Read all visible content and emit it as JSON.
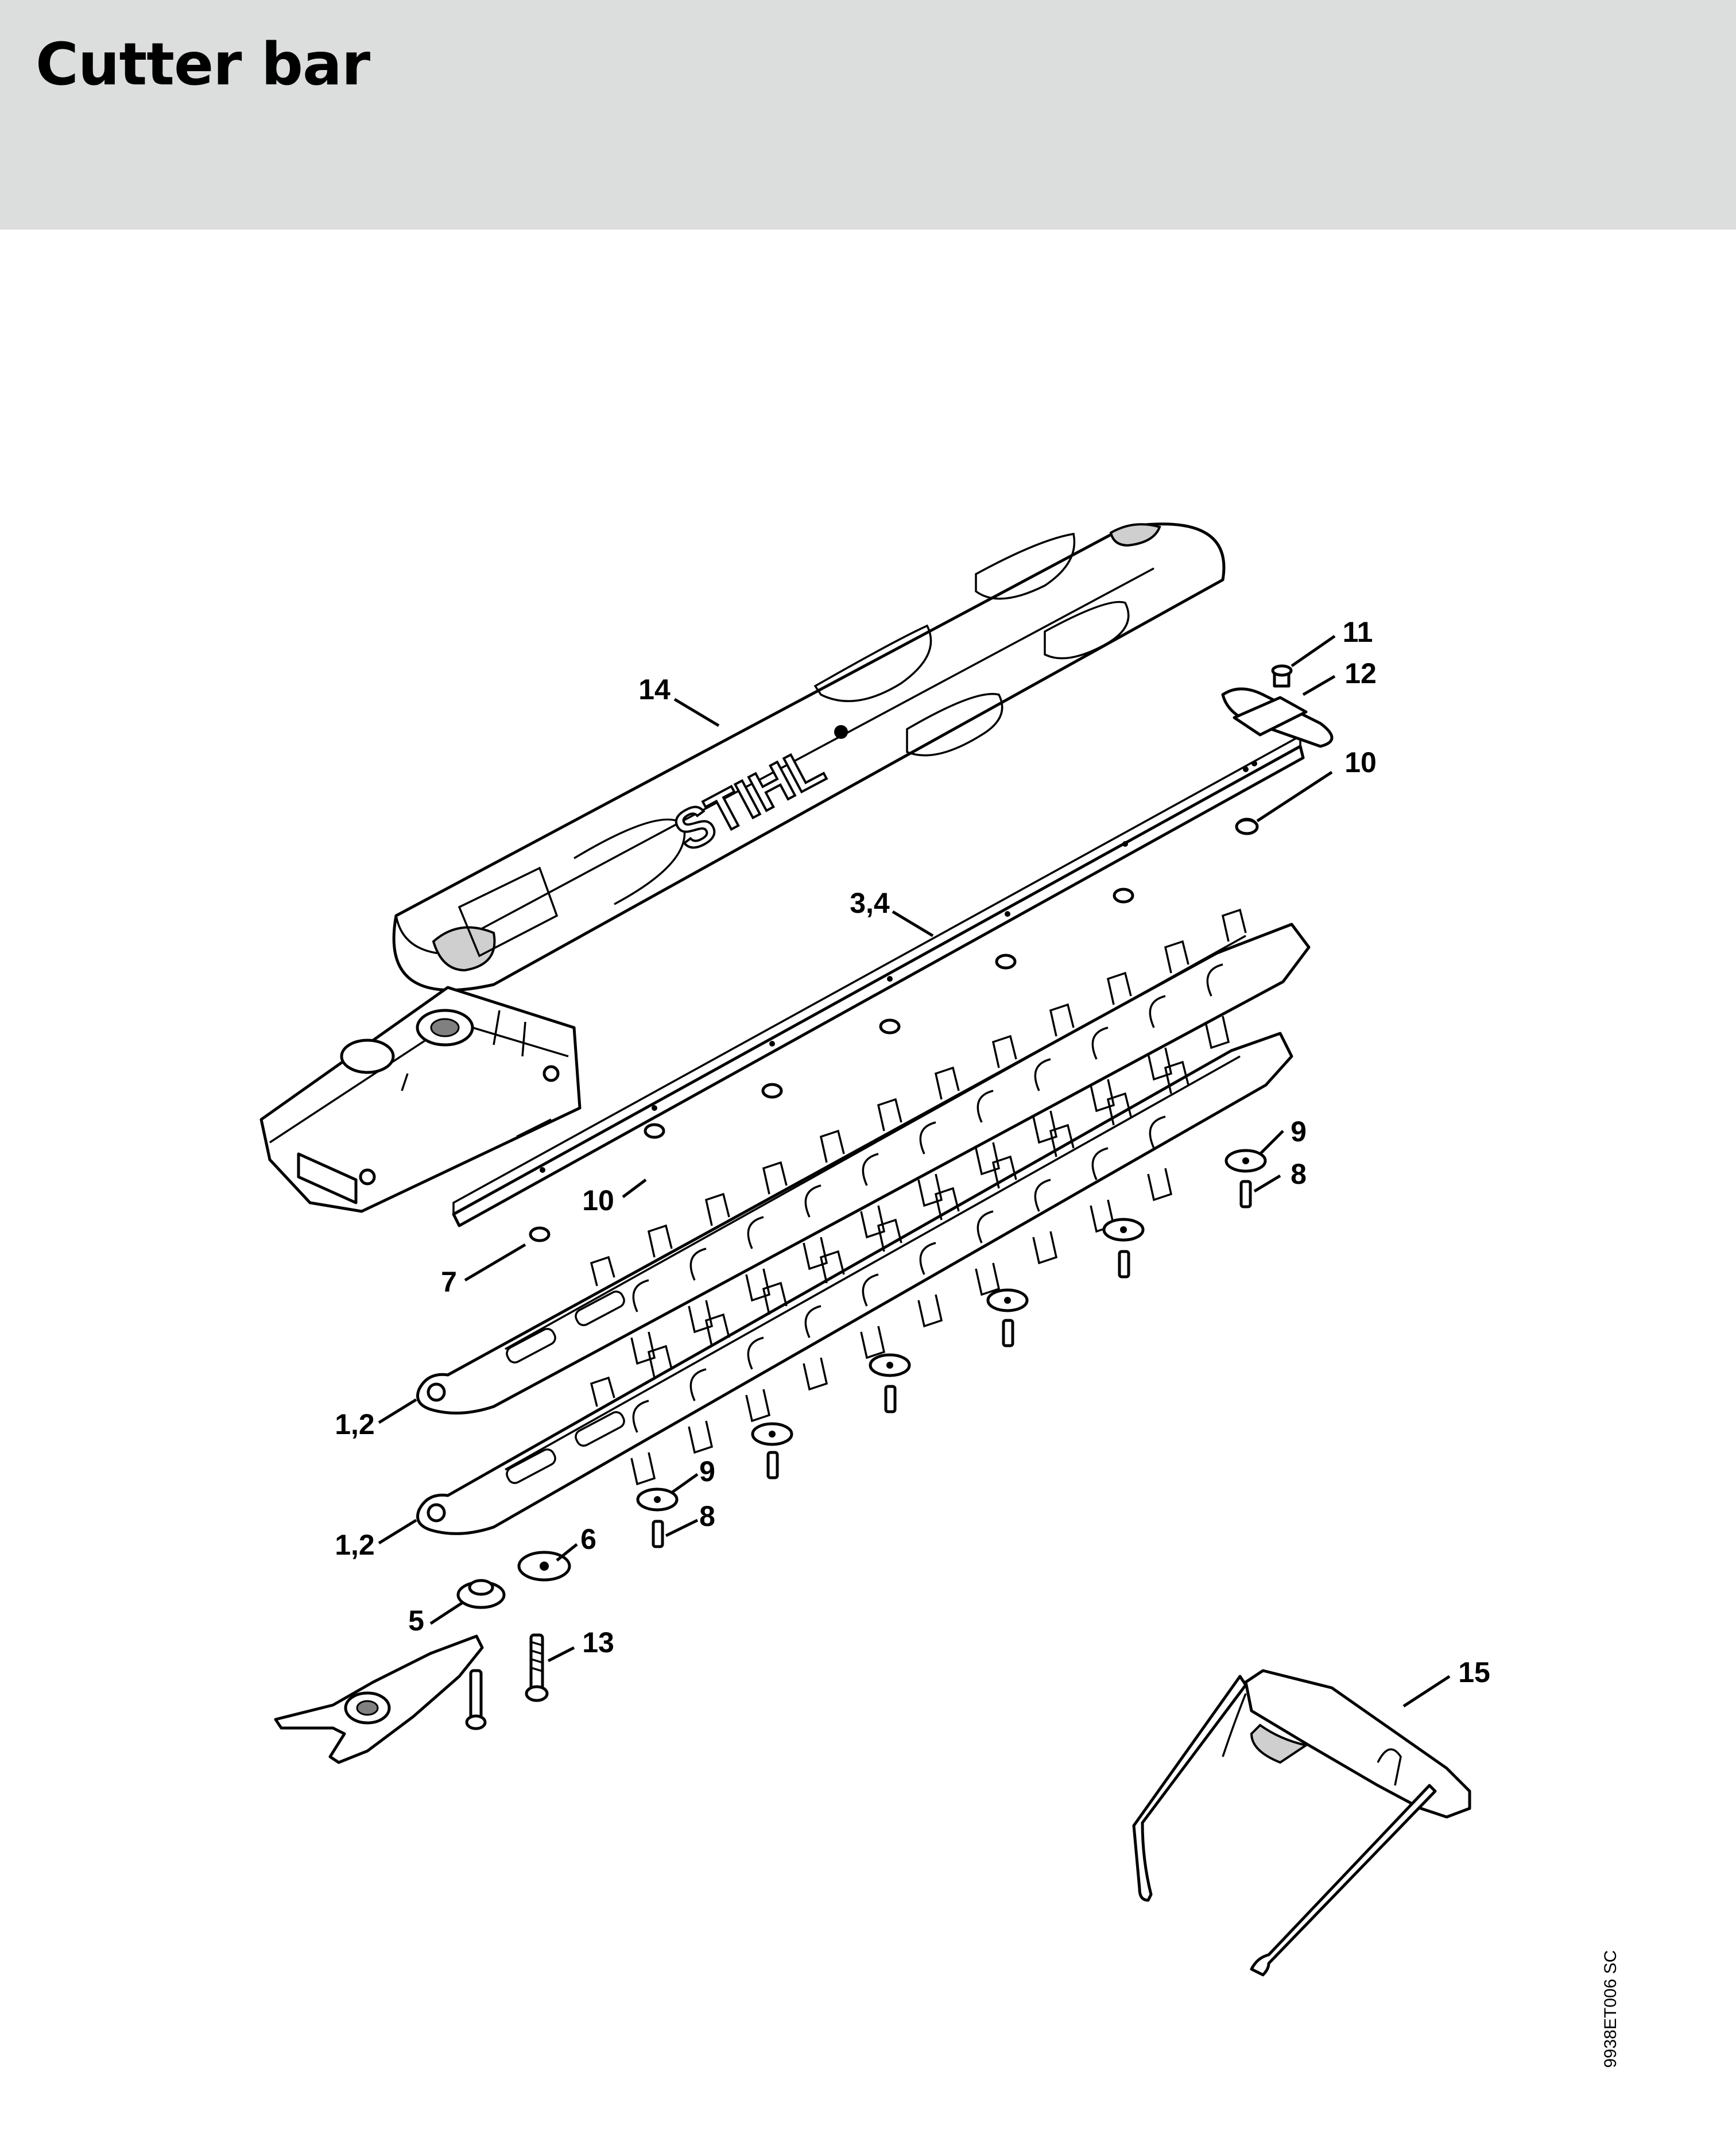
{
  "page": {
    "title": "Cutter bar",
    "drawing_id": "9938ET006 SC"
  },
  "diagram": {
    "brand_mark": "STIHL",
    "callouts": {
      "c14": "14",
      "c11": "11",
      "c12": "12",
      "c10a": "10",
      "c34": "3,4",
      "c9a": "9",
      "c8a": "8",
      "c10b": "10",
      "c7": "7",
      "c12a": "1,2",
      "c12b": "1,2",
      "c9b": "9",
      "c8b": "8",
      "c6": "6",
      "c5": "5",
      "c13": "13",
      "c15": "15"
    },
    "parts": [
      "cutter-blade",
      "cutter-blade",
      "guard-rail",
      "spacer-nut",
      "washer",
      "spacer-sleeve",
      "shoulder-screw",
      "disc",
      "sleeve",
      "screw",
      "clamp-plate",
      "screw",
      "scabbard",
      "safety-glasses"
    ]
  }
}
